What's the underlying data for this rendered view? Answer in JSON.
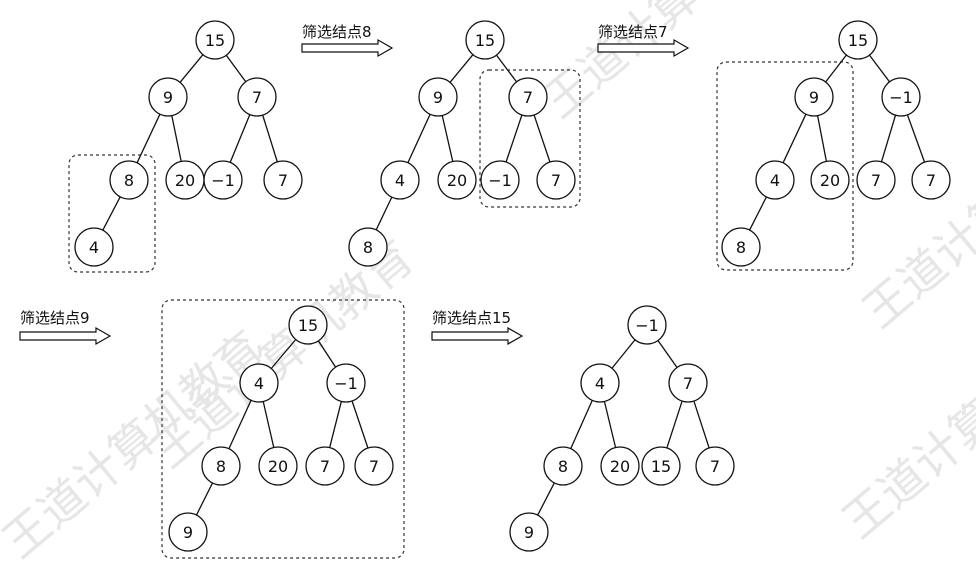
{
  "steps": [
    {
      "label": "筛选结点8"
    },
    {
      "label": "筛选结点7"
    },
    {
      "label": "筛选结点9"
    },
    {
      "label": "筛选结点15"
    }
  ],
  "trees": [
    {
      "name": "initial",
      "nodes": [
        {
          "id": "a",
          "value": "15"
        },
        {
          "id": "b",
          "value": "9"
        },
        {
          "id": "c",
          "value": "7"
        },
        {
          "id": "d",
          "value": "8"
        },
        {
          "id": "e",
          "value": "20"
        },
        {
          "id": "f",
          "value": "−1"
        },
        {
          "id": "g",
          "value": "7"
        },
        {
          "id": "h",
          "value": "4"
        }
      ],
      "edges": [
        [
          "a",
          "b"
        ],
        [
          "a",
          "c"
        ],
        [
          "b",
          "d"
        ],
        [
          "b",
          "e"
        ],
        [
          "c",
          "f"
        ],
        [
          "c",
          "g"
        ],
        [
          "d",
          "h"
        ]
      ],
      "highlight": [
        "d",
        "h"
      ]
    },
    {
      "name": "after-sift-8",
      "nodes": [
        {
          "id": "a",
          "value": "15"
        },
        {
          "id": "b",
          "value": "9"
        },
        {
          "id": "c",
          "value": "7"
        },
        {
          "id": "d",
          "value": "4"
        },
        {
          "id": "e",
          "value": "20"
        },
        {
          "id": "f",
          "value": "−1"
        },
        {
          "id": "g",
          "value": "7"
        },
        {
          "id": "h",
          "value": "8"
        }
      ],
      "edges": [
        [
          "a",
          "b"
        ],
        [
          "a",
          "c"
        ],
        [
          "b",
          "d"
        ],
        [
          "b",
          "e"
        ],
        [
          "c",
          "f"
        ],
        [
          "c",
          "g"
        ],
        [
          "d",
          "h"
        ]
      ],
      "highlight": [
        "c",
        "f",
        "g"
      ]
    },
    {
      "name": "after-sift-7",
      "nodes": [
        {
          "id": "a",
          "value": "15"
        },
        {
          "id": "b",
          "value": "9"
        },
        {
          "id": "c",
          "value": "−1"
        },
        {
          "id": "d",
          "value": "4"
        },
        {
          "id": "e",
          "value": "20"
        },
        {
          "id": "f",
          "value": "7"
        },
        {
          "id": "g",
          "value": "7"
        },
        {
          "id": "h",
          "value": "8"
        }
      ],
      "edges": [
        [
          "a",
          "b"
        ],
        [
          "a",
          "c"
        ],
        [
          "b",
          "d"
        ],
        [
          "b",
          "e"
        ],
        [
          "c",
          "f"
        ],
        [
          "c",
          "g"
        ],
        [
          "d",
          "h"
        ]
      ],
      "highlight": [
        "b",
        "d",
        "e",
        "h"
      ]
    },
    {
      "name": "after-sift-9",
      "nodes": [
        {
          "id": "a",
          "value": "15"
        },
        {
          "id": "b",
          "value": "4"
        },
        {
          "id": "c",
          "value": "−1"
        },
        {
          "id": "d",
          "value": "8"
        },
        {
          "id": "e",
          "value": "20"
        },
        {
          "id": "f",
          "value": "7"
        },
        {
          "id": "g",
          "value": "7"
        },
        {
          "id": "h",
          "value": "9"
        }
      ],
      "edges": [
        [
          "a",
          "b"
        ],
        [
          "a",
          "c"
        ],
        [
          "b",
          "d"
        ],
        [
          "b",
          "e"
        ],
        [
          "c",
          "f"
        ],
        [
          "c",
          "g"
        ],
        [
          "d",
          "h"
        ]
      ],
      "highlight": [
        "a",
        "b",
        "c",
        "d",
        "e",
        "f",
        "g",
        "h"
      ]
    },
    {
      "name": "after-sift-15",
      "nodes": [
        {
          "id": "a",
          "value": "−1"
        },
        {
          "id": "b",
          "value": "4"
        },
        {
          "id": "c",
          "value": "7"
        },
        {
          "id": "d",
          "value": "8"
        },
        {
          "id": "e",
          "value": "20"
        },
        {
          "id": "f",
          "value": "15"
        },
        {
          "id": "g",
          "value": "7"
        },
        {
          "id": "h",
          "value": "9"
        }
      ],
      "edges": [
        [
          "a",
          "b"
        ],
        [
          "a",
          "c"
        ],
        [
          "b",
          "d"
        ],
        [
          "b",
          "e"
        ],
        [
          "c",
          "f"
        ],
        [
          "c",
          "g"
        ],
        [
          "d",
          "h"
        ]
      ],
      "highlight": []
    }
  ],
  "watermark": {
    "text": "王道计算机教育"
  },
  "colors": {
    "stroke": "#111111",
    "dashed": "#333333",
    "watermark": "#e6e6e6"
  }
}
